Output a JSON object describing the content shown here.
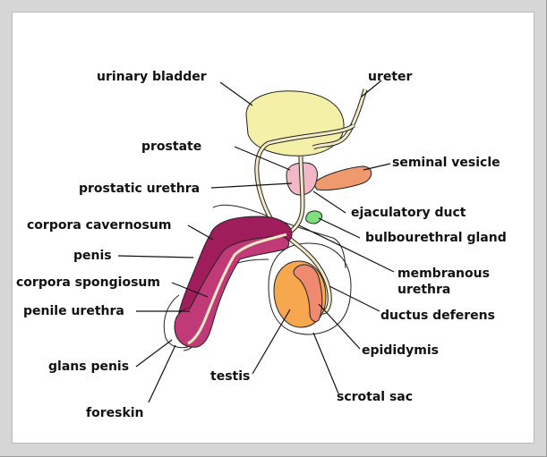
{
  "labels": {
    "urinary_bladder": "urinary bladder",
    "ureter": "ureter",
    "prostate": "prostate",
    "seminal_vesicle": "seminal vesicle",
    "prostatic_urethra": "prostatic urethra",
    "ejaculatory_duct": "ejaculatory duct",
    "corpora_cavernosum": "corpora cavernosum",
    "bulbourethral_gland": "bulbourethral gland",
    "penis": "penis",
    "membranous_urethra_1": "membranous",
    "membranous_urethra_2": "urethra",
    "corpora_spongiosum": "corpora spongiosum",
    "penile_urethra": "penile urethra",
    "ductus_deferens": "ductus deferens",
    "epididymis": "epididymis",
    "glans_penis": "glans penis",
    "testis": "testis",
    "scrotal_sac": "scrotal sac",
    "foreskin": "foreskin"
  },
  "colors": {
    "bladder": "#f5f0a8",
    "prostate": "#f3b8c8",
    "seminal_vesicle": "#ef9a6e",
    "bulbourethral_gland": "#7fe07f",
    "cavernosum": "#9e1d5a",
    "spongiosum": "#c03a78",
    "testis": "#f7a84e",
    "epididymis": "#ef8a70",
    "duct": "#f3eac8",
    "background": "#ffffff",
    "frame": "#d6d6d6"
  }
}
